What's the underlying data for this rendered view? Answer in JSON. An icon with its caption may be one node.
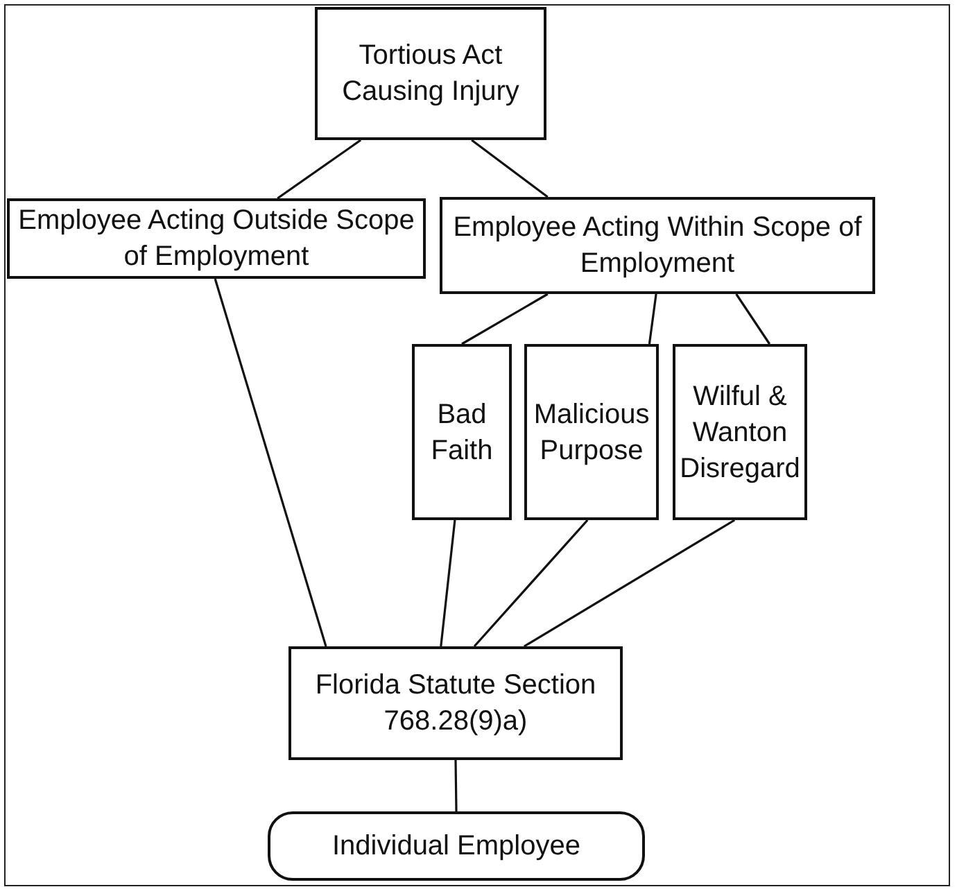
{
  "diagram": {
    "nodes": [
      {
        "text": [
          "Tortious Act Causing Injury"
        ]
      },
      {
        "text": [
          "Employee Acting Outside Scope of Employment"
        ]
      },
      {
        "text": [
          "Employee Acting Within Scope of Employment"
        ]
      },
      {
        "text": [
          "Bad Faith"
        ]
      },
      {
        "text": [
          "Malicious Purpose"
        ]
      },
      {
        "text": [
          "Wilful & Wanton Disregard"
        ]
      },
      {
        "text": [
          "Florida Statute Section 768.28(9)a)"
        ]
      },
      {
        "text": [
          "Individual Employee"
        ]
      }
    ],
    "edges": [
      {
        "from": 0,
        "to": 1,
        "arrow": "none"
      },
      {
        "from": 0,
        "to": 2,
        "arrow": "none"
      },
      {
        "from": 2,
        "to": 3,
        "arrow": "none"
      },
      {
        "from": 2,
        "to": 4,
        "arrow": "none"
      },
      {
        "from": 2,
        "to": 5,
        "arrow": "none"
      },
      {
        "from": 1,
        "to": 6,
        "arrow": "none"
      },
      {
        "from": 3,
        "to": 6,
        "arrow": "none"
      },
      {
        "from": 4,
        "to": 6,
        "arrow": "none"
      },
      {
        "from": 5,
        "to": 6,
        "arrow": "none"
      },
      {
        "from": 6,
        "to": 7,
        "arrow": "none"
      }
    ]
  }
}
